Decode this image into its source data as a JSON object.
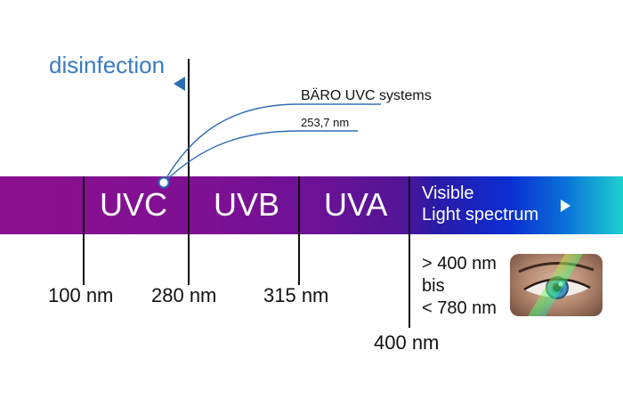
{
  "bands": [
    {
      "label": "UVC"
    },
    {
      "label": "UVB"
    },
    {
      "label": "UVA"
    }
  ],
  "visible": {
    "line1": "Visible",
    "line2": "Light spectrum"
  },
  "ticks": [
    {
      "label": "100 nm"
    },
    {
      "label": "280 nm"
    },
    {
      "label": "315 nm"
    },
    {
      "label": "400 nm"
    }
  ],
  "disinfection": {
    "label": "disinfection"
  },
  "annotations": {
    "system": "BÄRO UVC systems",
    "wavelength": "253,7 nm"
  },
  "visible_range": {
    "from": "> 400 nm",
    "connector": "bis",
    "to": "< 780 nm"
  },
  "colors": {
    "accent": "#3a7bbf",
    "line": "#2e6db5",
    "band_start": "#8a0f8f",
    "band_end": "#1dd1cf"
  },
  "icons": {
    "arrow": "triangle-left-icon",
    "play": "play-icon",
    "photo": "eye-photo"
  }
}
